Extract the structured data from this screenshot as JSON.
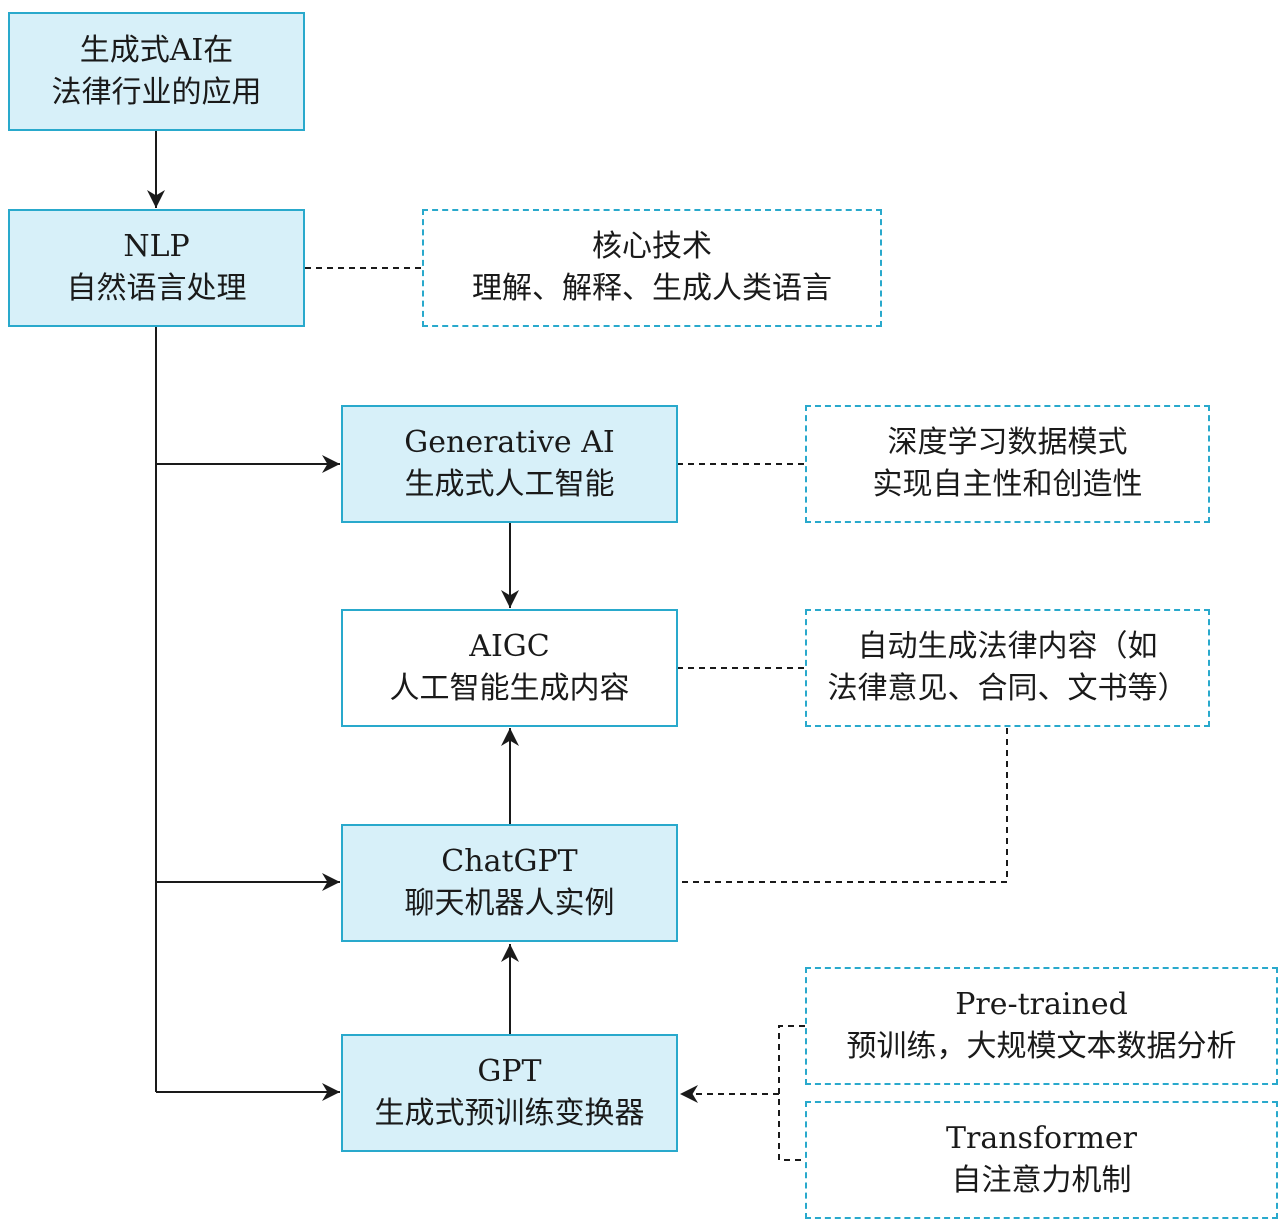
{
  "nodes": {
    "root": {
      "line1": "生成式AI在",
      "line2": "法律行业的应用"
    },
    "nlp": {
      "line1": "NLP",
      "line2": "自然语言处理"
    },
    "nlp_note": {
      "line1": "核心技术",
      "line2": "理解、解释、生成人类语言"
    },
    "genai": {
      "line1": "Generative AI",
      "line2": "生成式人工智能"
    },
    "genai_note": {
      "line1": "深度学习数据模式",
      "line2": "实现自主性和创造性"
    },
    "aigc": {
      "line1": "AIGC",
      "line2": "人工智能生成内容"
    },
    "aigc_note": {
      "line1": "自动生成法律内容（如",
      "line2": "法律意见、合同、文书等）"
    },
    "chatgpt": {
      "line1": "ChatGPT",
      "line2": "聊天机器人实例"
    },
    "gpt": {
      "line1": "GPT",
      "line2": "生成式预训练变换器"
    },
    "pretrained": {
      "line1": "Pre-trained",
      "line2": "预训练，大规模文本数据分析"
    },
    "transformer": {
      "line1": "Transformer",
      "line2": "自注意力机制"
    }
  },
  "colors": {
    "accent_border": "#29a9cc",
    "fill": "#d7f0f9",
    "line": "#1a1a1a"
  }
}
